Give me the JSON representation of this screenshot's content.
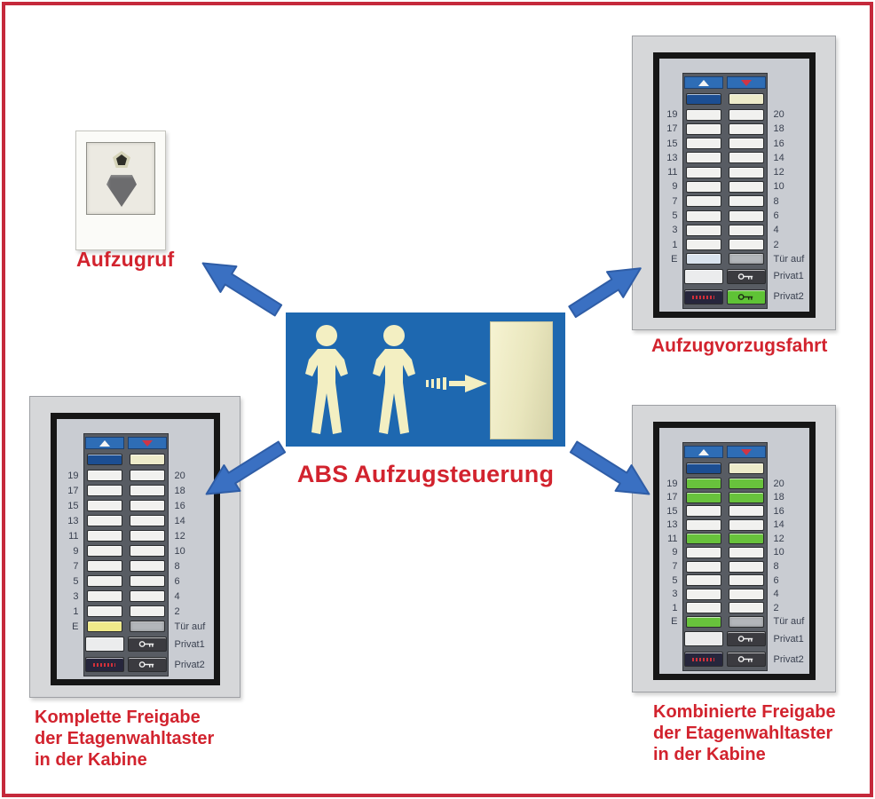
{
  "colors": {
    "border_red": "#c5293b",
    "label_red": "#d2232e",
    "arrow_blue": "#3a70c2",
    "pictogram_blue": "#1e68b0",
    "pictogram_cream": "#f3efc2",
    "header_blue": "#2e6db6",
    "button_green": "#68c23c",
    "button_yellow": "#efe98a"
  },
  "call_switch": {
    "label": "Aufzugruf"
  },
  "center": {
    "label": "ABS Aufzugsteuerung"
  },
  "panel_shared": {
    "floor_rows": [
      {
        "left": "19",
        "right": "20"
      },
      {
        "left": "17",
        "right": "18"
      },
      {
        "left": "15",
        "right": "16"
      },
      {
        "left": "13",
        "right": "14"
      },
      {
        "left": "11",
        "right": "12"
      },
      {
        "left": "9",
        "right": "10"
      },
      {
        "left": "7",
        "right": "8"
      },
      {
        "left": "5",
        "right": "6"
      },
      {
        "left": "3",
        "right": "4"
      },
      {
        "left": "1",
        "right": "2"
      },
      {
        "left": "E",
        "right": "Tür auf"
      }
    ],
    "privat1_label": "Privat1",
    "privat2_label": "Privat2"
  },
  "panels": [
    {
      "id": "vorzugsfahrt",
      "caption_lines": [
        "Aufzugvorzugsfahrt"
      ],
      "floor_button_colors": [
        [
          "w",
          "w"
        ],
        [
          "w",
          "w"
        ],
        [
          "w",
          "w"
        ],
        [
          "w",
          "w"
        ],
        [
          "w",
          "w"
        ],
        [
          "w",
          "w"
        ],
        [
          "w",
          "w"
        ],
        [
          "w",
          "w"
        ],
        [
          "w",
          "w"
        ],
        [
          "w",
          "w"
        ],
        [
          "lb",
          "g"
        ]
      ],
      "privat1_buttons": [
        "wbig",
        "darkkey"
      ],
      "privat2_buttons": [
        "alarm",
        "greenkey"
      ]
    },
    {
      "id": "komplette",
      "caption_lines": [
        "Komplette Freigabe",
        "der Etagenwahltaster",
        "in der Kabine"
      ],
      "floor_button_colors": [
        [
          "w",
          "w"
        ],
        [
          "w",
          "w"
        ],
        [
          "w",
          "w"
        ],
        [
          "w",
          "w"
        ],
        [
          "w",
          "w"
        ],
        [
          "w",
          "w"
        ],
        [
          "w",
          "w"
        ],
        [
          "w",
          "w"
        ],
        [
          "w",
          "w"
        ],
        [
          "w",
          "w"
        ],
        [
          "y",
          "g"
        ]
      ],
      "privat1_buttons": [
        "wbig",
        "darkkey"
      ],
      "privat2_buttons": [
        "alarm",
        "darkkey"
      ]
    },
    {
      "id": "kombinierte",
      "caption_lines": [
        "Kombinierte Freigabe",
        "der Etagenwahltaster",
        "in der Kabine"
      ],
      "floor_button_colors": [
        [
          "gr",
          "gr"
        ],
        [
          "gr",
          "gr"
        ],
        [
          "w",
          "w"
        ],
        [
          "w",
          "w"
        ],
        [
          "gr",
          "gr"
        ],
        [
          "w",
          "w"
        ],
        [
          "w",
          "w"
        ],
        [
          "w",
          "w"
        ],
        [
          "w",
          "w"
        ],
        [
          "w",
          "w"
        ],
        [
          "gr",
          "g"
        ]
      ],
      "privat1_buttons": [
        "wbig",
        "darkkey"
      ],
      "privat2_buttons": [
        "alarm",
        "darkkey"
      ]
    }
  ]
}
